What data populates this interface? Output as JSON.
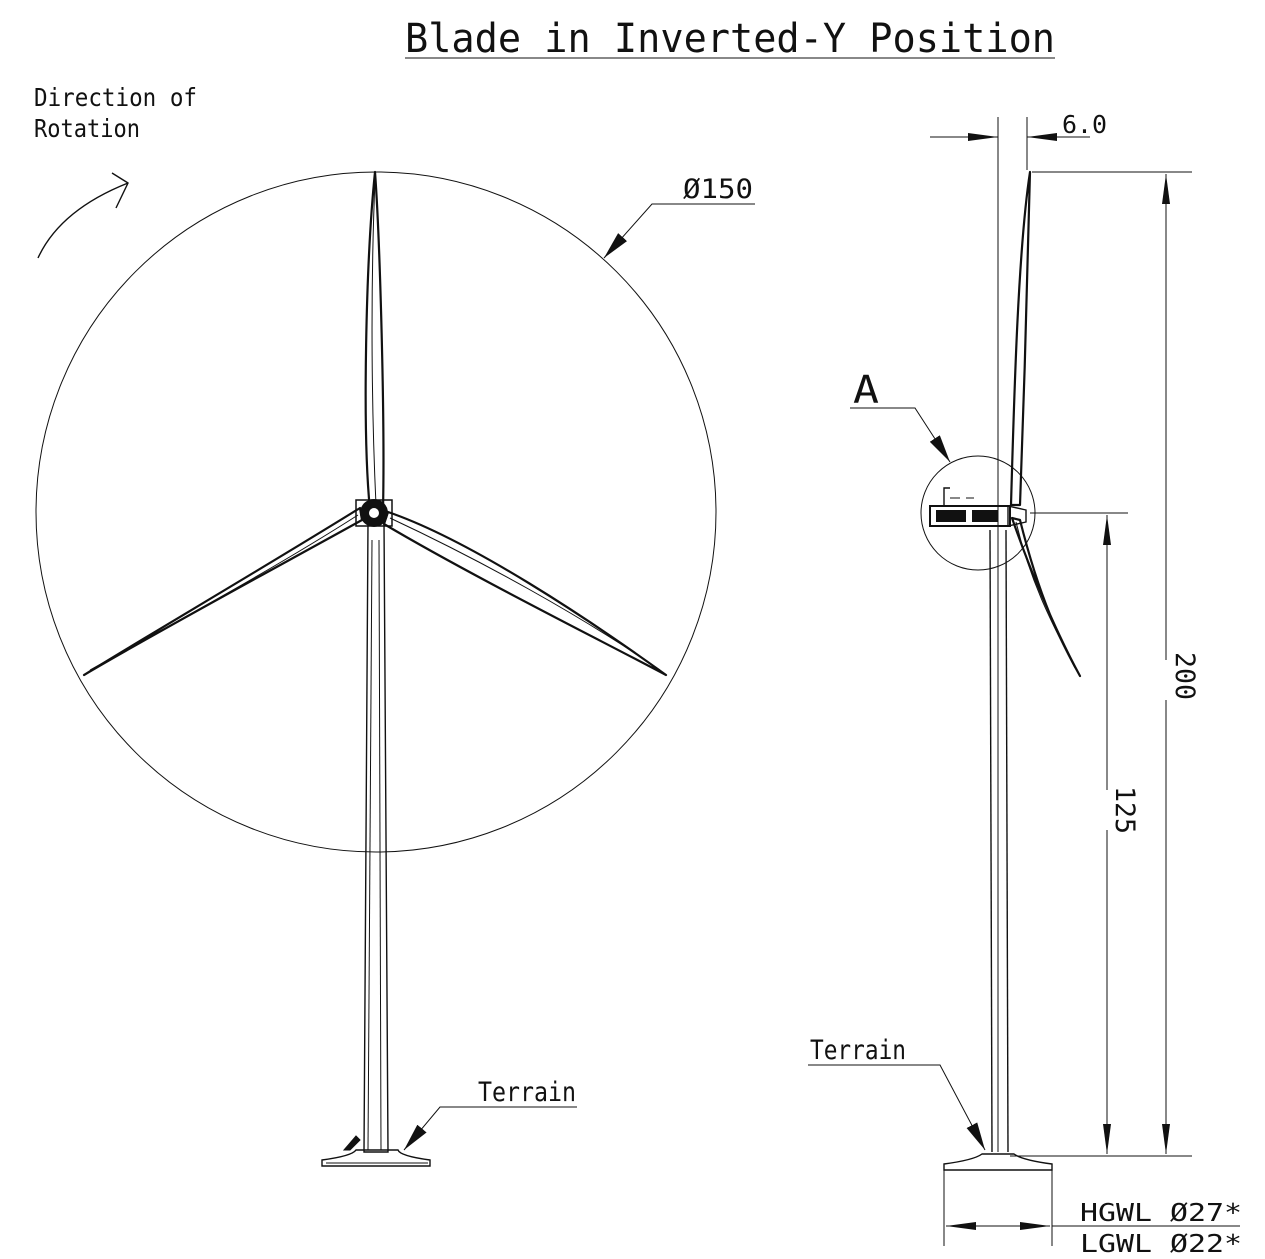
{
  "title": "Blade in Inverted-Y Position",
  "rotation_note": {
    "line1": "Direction of",
    "line2": "Rotation"
  },
  "front_view": {
    "rotor_diameter": "Ø150",
    "terrain": "Terrain"
  },
  "side_view": {
    "detail_label": "A",
    "overhang": "6.0",
    "tip_height": "200",
    "hub_height": "125",
    "terrain": "Terrain",
    "foundation_hgwl": "HGWL  Ø27*",
    "foundation_lgwl": "LGWL  Ø22*"
  }
}
